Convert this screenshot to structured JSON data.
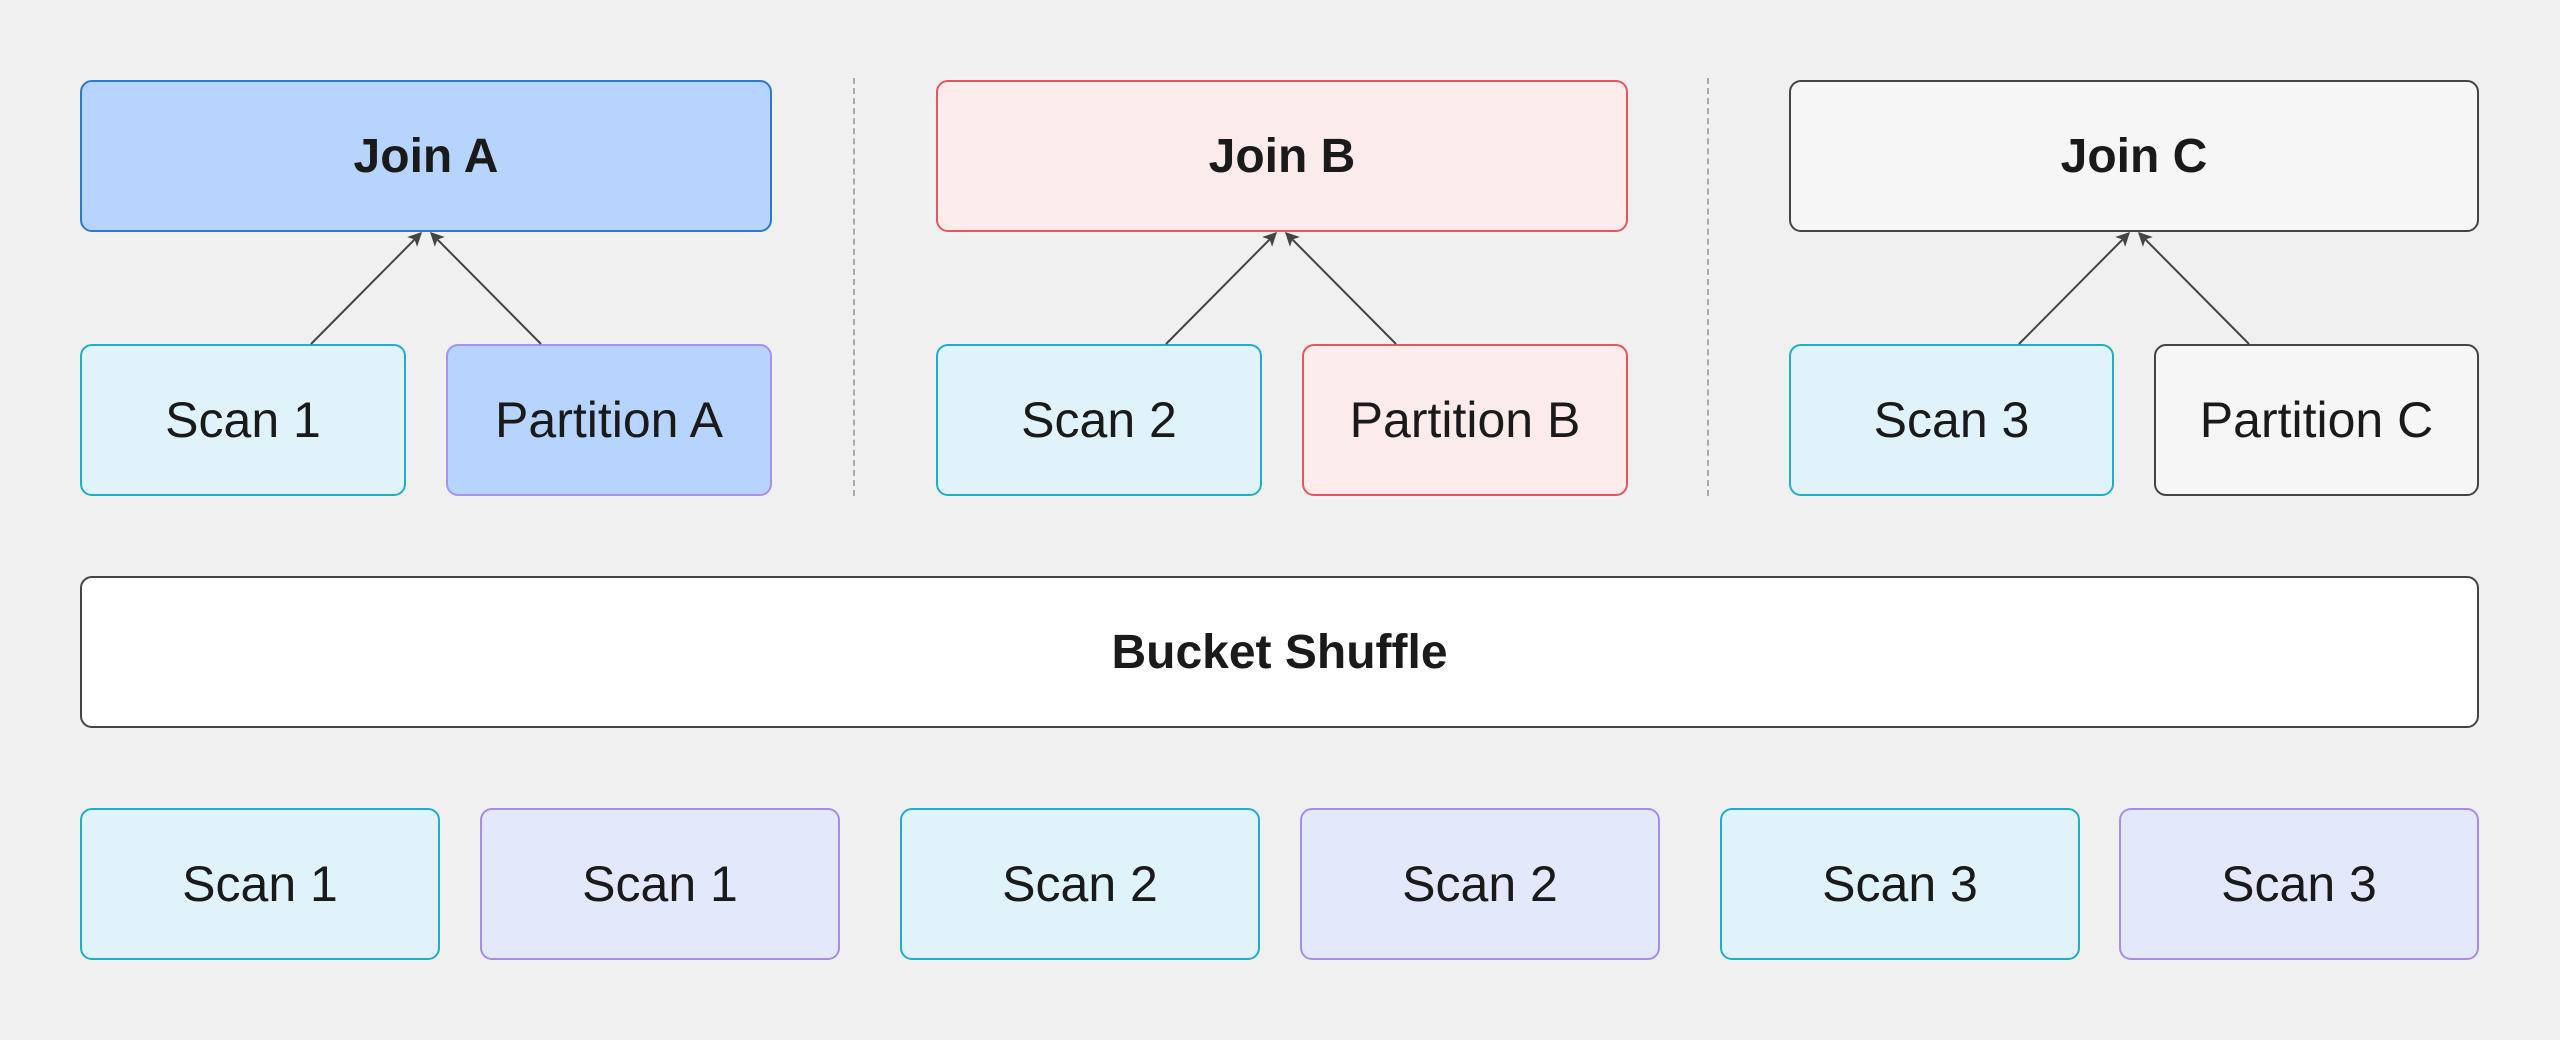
{
  "joins": [
    {
      "label": "Join A"
    },
    {
      "label": "Join B"
    },
    {
      "label": "Join C"
    }
  ],
  "scans_top": [
    {
      "label": "Scan 1"
    },
    {
      "label": "Scan 2"
    },
    {
      "label": "Scan 3"
    }
  ],
  "partitions": [
    {
      "label": "Partition A"
    },
    {
      "label": "Partition B"
    },
    {
      "label": "Partition C"
    }
  ],
  "shuffle": {
    "label": "Bucket Shuffle"
  },
  "scans_bottom": [
    {
      "label": "Scan 1"
    },
    {
      "label": "Scan 1"
    },
    {
      "label": "Scan 2"
    },
    {
      "label": "Scan 2"
    },
    {
      "label": "Scan 3"
    },
    {
      "label": "Scan 3"
    }
  ],
  "colors": {
    "background": "#f0f0f0",
    "join_a": "#b6d4fd",
    "join_b": "#fcebeb",
    "join_c": "#f6f6f6",
    "scan_cyan": "#e1f3fa",
    "scan_purple": "#e4e8fb",
    "arrow": "#444444"
  }
}
